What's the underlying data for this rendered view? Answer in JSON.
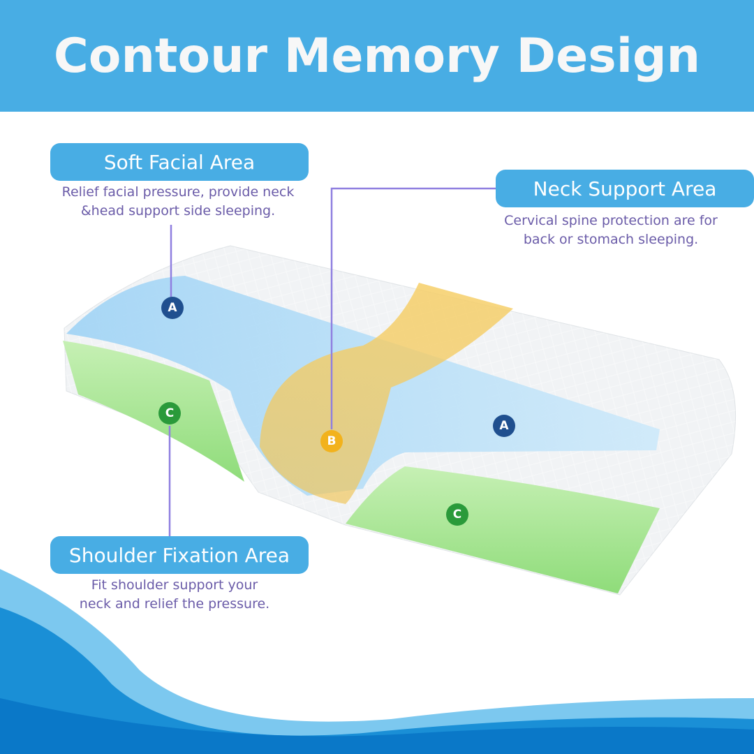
{
  "header": {
    "title": "Contour Memory Design"
  },
  "callouts": [
    {
      "title": "Soft Facial Area",
      "description_lines": [
        "Relief facial pressure, provide neck",
        "&head support side sleeping."
      ]
    },
    {
      "title": "Neck Support Area",
      "description_lines": [
        "Cervical spine protection are for",
        "back or stomach sleeping."
      ]
    },
    {
      "title": "Shoulder Fixation Area",
      "description_lines": [
        "Fit shoulder support your",
        "neck and relief the pressure."
      ]
    }
  ],
  "markers": {
    "a": "A",
    "b": "B",
    "c": "C"
  },
  "colors": {
    "brand_blue": "#48ade4",
    "description_purple": "#6a5ba8",
    "marker_a": "#1f4f8f",
    "marker_b": "#f2b21c",
    "marker_c": "#2a9a3a"
  }
}
